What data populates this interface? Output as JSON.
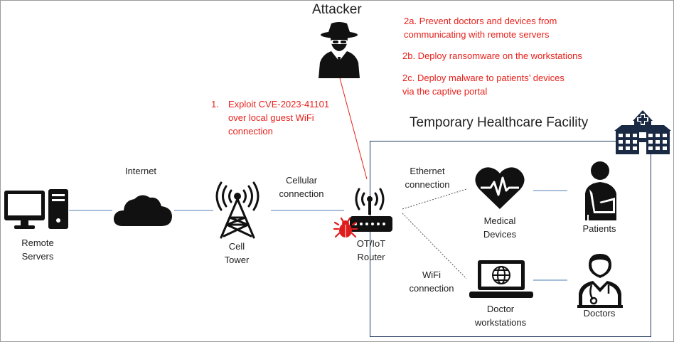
{
  "attacker": {
    "title": "Attacker",
    "icon": "hooded-spy-icon"
  },
  "steps": {
    "step1_num": "1.",
    "step1_l1": "Exploit CVE-2023-41101",
    "step1_l2": "over local guest WiFi",
    "step1_l3": "connection",
    "step2a_l1": "2a. Prevent doctors and devices from",
    "step2a_l2": "communicating with remote servers",
    "step2b": "2b. Deploy ransomware on the workstations",
    "step2c_l1": "2c. Deploy malware to patients’ devices",
    "step2c_l2": "via the captive portal"
  },
  "facility": {
    "title": "Temporary Healthcare Facility",
    "icon": "hospital-building-icon"
  },
  "nodes": {
    "remote_servers": {
      "l1": "Remote",
      "l2": "Servers",
      "icon": "desktop-computer-icon"
    },
    "internet": {
      "label": "Internet",
      "icon": "cloud-icon"
    },
    "cell_tower": {
      "l1": "Cell",
      "l2": "Tower",
      "icon": "cell-tower-icon"
    },
    "router": {
      "l1": "OT/IoT",
      "l2": "Router",
      "icon": "router-icon"
    },
    "medical_devices": {
      "l1": "Medical",
      "l2": "Devices",
      "icon": "heart-pulse-icon"
    },
    "patients": {
      "label": "Patients",
      "icon": "patient-icon"
    },
    "workstations": {
      "l1": "Doctor",
      "l2": "workstations",
      "icon": "laptop-globe-icon"
    },
    "doctors": {
      "label": "Doctors",
      "icon": "doctor-icon"
    }
  },
  "links": {
    "cellular_l1": "Cellular",
    "cellular_l2": "connection",
    "ethernet_l1": "Ethernet",
    "ethernet_l2": "connection",
    "wifi_l1": "WiFi",
    "wifi_l2": "connection"
  },
  "colors": {
    "accent_red": "#e8211b",
    "icon": "#111111",
    "link": "#4f7fb5",
    "box": "#1f3a5f"
  }
}
